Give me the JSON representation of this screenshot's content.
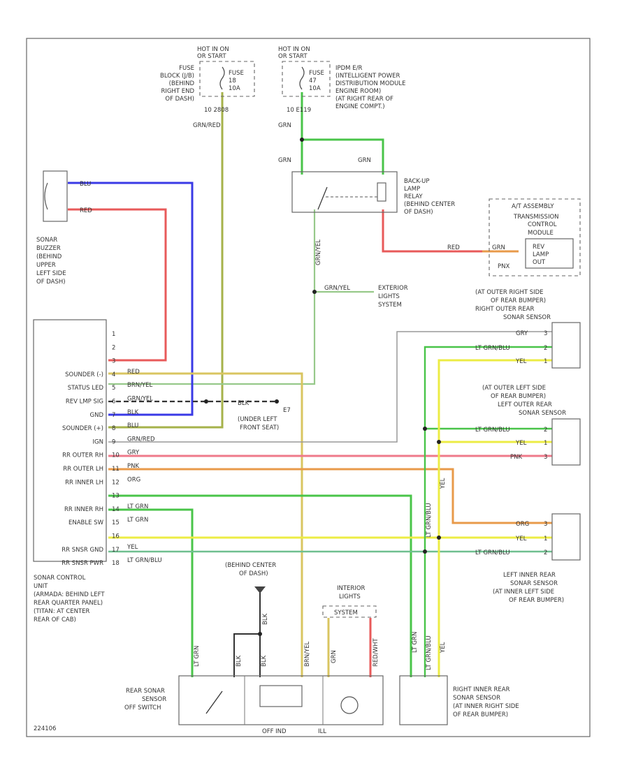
{
  "colors": {
    "blu": "#3a3ae6",
    "red": "#e85a5a",
    "grn": "#49c449",
    "ltgrn": "#6fd26f",
    "yel": "#ecec44",
    "grnred": "#a6b24a",
    "grnyel": "#97c98a",
    "brnyel": "#d9c560",
    "org": "#e89a4a",
    "pnk": "#ef7a8a",
    "gry": "#999999",
    "ltgrnblu": "#6fbf8f",
    "blk": "#333333"
  },
  "fuse_block_left": {
    "hot": [
      "HOT IN ON",
      "OR START"
    ],
    "location": [
      "FUSE",
      "BLOCK (J/B)",
      "(BEHIND",
      "RIGHT END",
      "OF DASH)"
    ],
    "fuse": [
      "FUSE",
      "18",
      "10A"
    ],
    "id": "10 2808",
    "wire": "GRN/RED"
  },
  "ipdm": {
    "hot": [
      "HOT IN ON",
      "OR START"
    ],
    "fuse": [
      "FUSE",
      "47",
      "10A"
    ],
    "location": [
      "IPDM E/R",
      "(INTELLIGENT POWER",
      "DISTRIBUTION MODULE",
      "ENGINE ROOM)",
      "(AT RIGHT REAR OF",
      "ENGINE COMPT.)"
    ],
    "id": "10 E119",
    "wire": "GRN"
  },
  "relay": {
    "label": [
      "BACK-UP",
      "LAMP",
      "RELAY",
      "(BEHIND CENTER",
      "OF DASH)"
    ],
    "wire_left": "GRN",
    "wire_right": "GRN",
    "out": "GRN/YEL"
  },
  "tcm": {
    "header": "A/T ASSEMBLY",
    "label": [
      "TRANSMISSION",
      "CONTROL",
      "MODULE"
    ],
    "inner": [
      "REV",
      "LAMP",
      "OUT"
    ],
    "pin": "PNX",
    "wire_a": "RED",
    "wire_b": "GRN"
  },
  "exterior_lights": {
    "label": [
      "EXTERIOR",
      "LIGHTS",
      "SYSTEM"
    ],
    "wire": "GRN/YEL"
  },
  "buzzer": {
    "label": [
      "SONAR",
      "BUZZER",
      "(BEHIND",
      "UPPER",
      "LEFT SIDE",
      "OF DASH)"
    ],
    "wire_top": "BLU",
    "wire_bottom": "RED"
  },
  "control_unit": {
    "rows": [
      {
        "label": "",
        "pin": "1"
      },
      {
        "label": "",
        "pin": "2"
      },
      {
        "label": "",
        "pin": "3"
      },
      {
        "label": "SOUNDER (-)",
        "pin": "4",
        "wire": "RED"
      },
      {
        "label": "STATUS LED",
        "pin": "5",
        "wire": "BRN/YEL"
      },
      {
        "label": "REV LMP SIG",
        "pin": "6",
        "wire": "GRN/YEL"
      },
      {
        "label": "GND",
        "pin": "7",
        "wire": "BLK"
      },
      {
        "label": "SOUNDER (+)",
        "pin": "8",
        "wire": "BLU"
      },
      {
        "label": "IGN",
        "pin": "9",
        "wire": "GRN/RED"
      },
      {
        "label": "RR OUTER RH",
        "pin": "10",
        "wire": "GRY"
      },
      {
        "label": "RR OUTER LH",
        "pin": "11",
        "wire": "PNK"
      },
      {
        "label": "RR INNER LH",
        "pin": "12",
        "wire": "ORG"
      },
      {
        "label": "",
        "pin": "13"
      },
      {
        "label": "RR INNER RH",
        "pin": "14",
        "wire": "LT GRN"
      },
      {
        "label": "ENABLE SW",
        "pin": "15",
        "wire": "LT GRN"
      },
      {
        "label": "",
        "pin": "16"
      },
      {
        "label": "RR SNSR GND",
        "pin": "17",
        "wire": "YEL"
      },
      {
        "label": "RR SNSR PWR",
        "pin": "18",
        "wire": "LT GRN/BLU"
      }
    ],
    "label": [
      "SONAR CONTROL",
      "UNIT",
      "(ARMADA: BEHIND LEFT",
      "REAR QUARTER PANEL)",
      "(TITAN: AT CENTER",
      "REAR OF CAB)"
    ]
  },
  "ground_front": {
    "wire": "BLK",
    "id": "E7",
    "label": [
      "(UNDER LEFT",
      "FRONT SEAT)"
    ]
  },
  "sensors": {
    "outer_right": {
      "label": [
        "(AT OUTER RIGHT SIDE",
        "OF REAR BUMPER)",
        "RIGHT OUTER REAR",
        "SONAR SENSOR"
      ],
      "w1": "GRY",
      "p1": "3",
      "w2": "LT GRN/BLU",
      "p2": "2",
      "w3": "YEL",
      "p3": "1"
    },
    "outer_left": {
      "label": [
        "(AT OUTER LEFT SIDE",
        "OF REAR BUMPER)",
        "LEFT OUTER REAR",
        "SONAR SENSOR"
      ],
      "w1": "LT GRN/BLU",
      "p1": "2",
      "w2": "YEL",
      "p2": "1",
      "w3": "PNK",
      "p3": "3"
    },
    "inner_left": {
      "label": [
        "LEFT INNER REAR",
        "SONAR SENSOR",
        "(AT INNER LEFT SIDE",
        "OF REAR BUMPER)"
      ],
      "w1": "ORG",
      "p1": "3",
      "w2": "YEL",
      "p2": "1",
      "w3": "LT GRN/BLU",
      "p3": "2"
    },
    "inner_right": {
      "label": [
        "RIGHT INNER REAR",
        "SONAR SENSOR",
        "(AT INNER RIGHT SIDE",
        "OF REAR BUMPER)"
      ],
      "w1": "LT GRN",
      "w2": "LT GRN/BLU",
      "w3": "YEL"
    }
  },
  "ground_center": {
    "label": [
      "(BEHIND CENTER",
      "OF DASH)"
    ],
    "wire": "BLK"
  },
  "interior_lights": {
    "label": [
      "INTERIOR",
      "LIGHTS",
      "SYSTEM"
    ],
    "w1": "GRN",
    "w2": "RED/WHT"
  },
  "bottom": {
    "rear_switch": [
      "REAR SONAR",
      "SENSOR",
      "OFF SWITCH"
    ],
    "off_ind": "OFF IND",
    "ill": "ILL",
    "w_enable": "LT GRN",
    "w_blk1": "BLK",
    "w_blk2": "BLK",
    "w_brnyel": "BRN/YEL",
    "ref": "224106"
  }
}
